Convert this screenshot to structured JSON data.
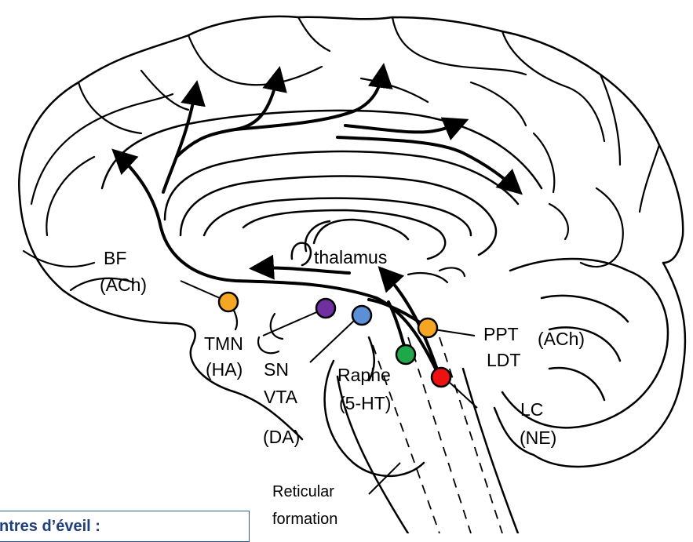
{
  "labels": {
    "bf": "BF",
    "bf_ach": "(ACh)",
    "thalamus": "thalamus",
    "tmn": "TMN",
    "tmn_ha": "(HA)",
    "sn": "SN",
    "vta": "VTA",
    "da": "(DA)",
    "raphe": "Raphe",
    "raphe_5ht": "(5-HT)",
    "ppt": "PPT",
    "ppt_ach": "(ACh)",
    "ldt": "LDT",
    "lc": "LC",
    "lc_ne": "(NE)",
    "reticular": "Reticular",
    "formation": "formation"
  },
  "caption": {
    "text": "ntres d’éveil :"
  },
  "nuclei": {
    "bf": {
      "name": "BF",
      "color": "#f5a623"
    },
    "tmn": {
      "name": "TMN",
      "color": "#7030a0"
    },
    "sn_vta": {
      "name": "SN/VTA",
      "color": "#5b8fd6"
    },
    "ppt_ldt": {
      "name": "PPT/LDT",
      "color": "#f5a623"
    },
    "raphe": {
      "name": "Raphe",
      "color": "#1fa84a"
    },
    "lc": {
      "name": "LC",
      "color": "#ee1111"
    }
  }
}
